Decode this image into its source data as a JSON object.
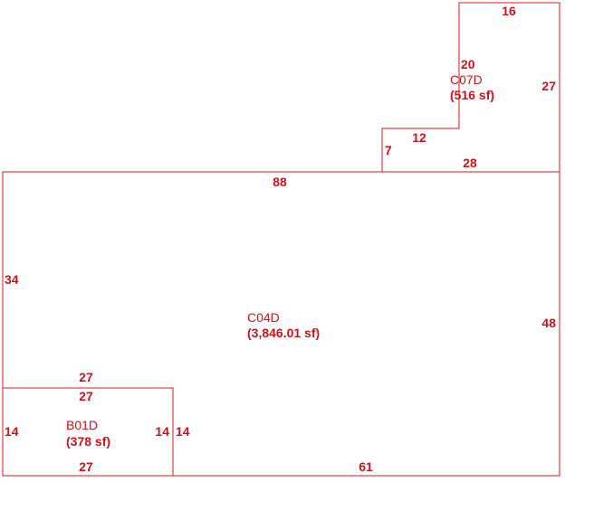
{
  "colors": {
    "line": "#e0141b",
    "text": "#d0121a",
    "background": "#ffffff"
  },
  "areas": {
    "c07d": {
      "name": "C07D",
      "area": "(516 sf)",
      "dims": {
        "top": "16",
        "right": "27",
        "inner_vertical": "20",
        "step_horizontal": "12",
        "step_vertical": "7",
        "bottom": "28"
      }
    },
    "c04d": {
      "name": "C04D",
      "area": "(3,846.01 sf)",
      "dims": {
        "top": "88",
        "left": "34",
        "right": "48",
        "bottom": "61"
      }
    },
    "b01d": {
      "name": "B01D",
      "area": "(378 sf)",
      "dims": {
        "top_outer": "27",
        "top_inner": "27",
        "left": "14",
        "right_inner": "14",
        "right_outer": "14",
        "bottom": "27"
      }
    }
  }
}
